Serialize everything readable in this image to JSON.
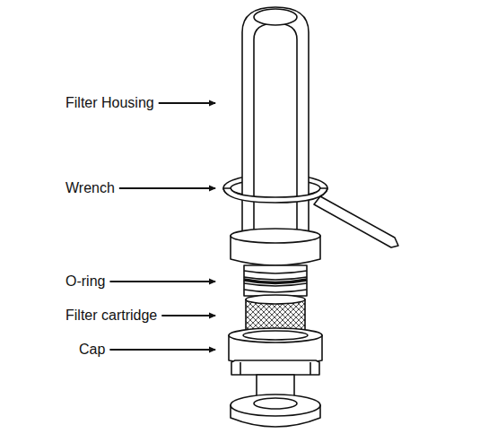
{
  "diagram": {
    "labels": [
      "Filter Housing",
      "Wrench",
      "O-ring",
      "Filter cartridge",
      "Cap"
    ]
  }
}
